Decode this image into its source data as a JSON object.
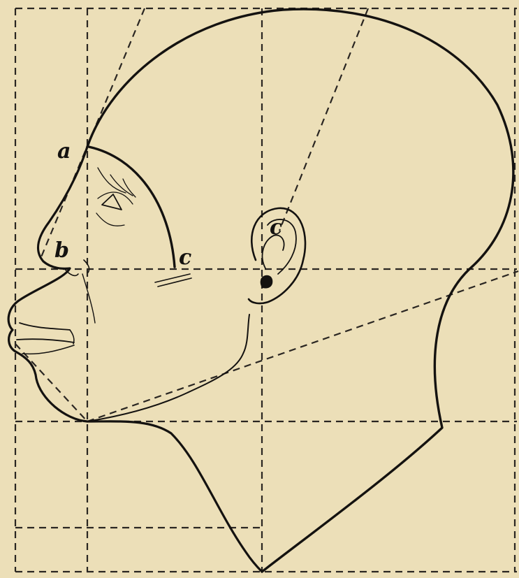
{
  "colors": {
    "paper": "#ecdfb8",
    "ink": "#141210",
    "guide": "#2a2622"
  },
  "labels": {
    "a": "a",
    "b": "b",
    "c_arc": "c",
    "c_ear": "c"
  }
}
